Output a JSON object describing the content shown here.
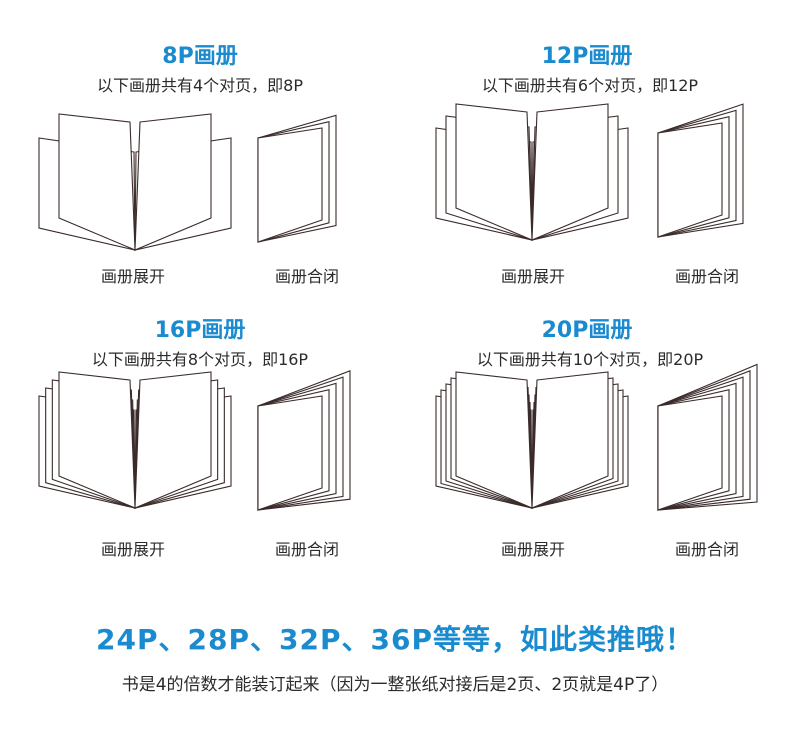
{
  "panels": [
    {
      "title": "8P画册",
      "subtitle": "以下画册共有4个对页，即8P",
      "open_label": "画册展开",
      "closed_label": "画册合闭",
      "spreads": 4
    },
    {
      "title": "12P画册",
      "subtitle": "以下画册共有6个对页，即12P",
      "open_label": "画册展开",
      "closed_label": "画册合闭",
      "spreads": 6
    },
    {
      "title": "16P画册",
      "subtitle": "以下画册共有8个对页，即16P",
      "open_label": "画册展开",
      "closed_label": "画册合闭",
      "spreads": 8
    },
    {
      "title": "20P画册",
      "subtitle": "以下画册共有10个对页，即20P",
      "open_label": "画册展开",
      "closed_label": "画册合闭",
      "spreads": 10
    }
  ],
  "headline": "24P、28P、32P、36P等等，如此类推哦！",
  "note": "书是4的倍数才能装订起来（因为一整张纸对接后是2页、2页就是4P了）",
  "colors": {
    "accent": "#1b8bd0",
    "line": "#3b2b2b"
  }
}
